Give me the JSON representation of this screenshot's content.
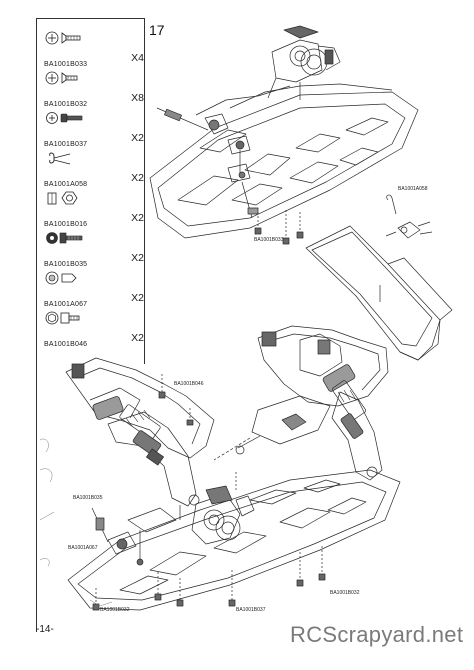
{
  "step": "17",
  "parts": [
    {
      "code": "BA1001B033",
      "qty": "X4",
      "icon": "flat-head-screw-icon"
    },
    {
      "code": "BA1001B032",
      "qty": "X8",
      "icon": "flat-head-screw-icon"
    },
    {
      "code": "BA1001B037",
      "qty": "X2",
      "icon": "button-head-screw-icon"
    },
    {
      "code": "BA1001A058",
      "qty": "X2",
      "icon": "body-clip-icon"
    },
    {
      "code": "BA1001B016",
      "qty": "X2",
      "icon": "lock-nut-icon"
    },
    {
      "code": "BA1001B035",
      "qty": "X2",
      "icon": "cap-screw-icon"
    },
    {
      "code": "BA1001A067",
      "qty": "X2",
      "icon": "ball-end-icon"
    },
    {
      "code": "BA1001B046",
      "qty": "X2",
      "icon": "socket-head-screw-icon"
    }
  ],
  "callouts": {
    "c1": "BA1001B033",
    "c2": "BA1001A058",
    "c3": "BA1001B046",
    "c4": "BA1001B035",
    "c5": "BA1001A067",
    "c6": "BA1001B032",
    "c7": "BA1001B037",
    "c8": "BA1001B032"
  },
  "page_number": "-14-",
  "watermark": "RCScrapyard.net"
}
